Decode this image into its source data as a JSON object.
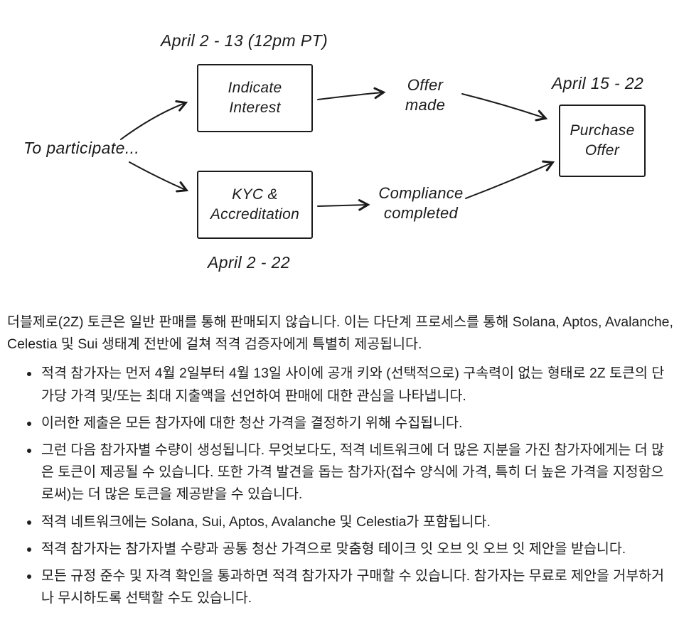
{
  "diagram": {
    "label_indicate_window": "April 2 - 13 (12pm PT)",
    "to_participate": "To participate...",
    "box_indicate_line1": "Indicate",
    "box_indicate_line2": "Interest",
    "offer_made_line1": "Offer",
    "offer_made_line2": "made",
    "label_purchase_window": "April 15 - 22",
    "box_purchase_line1": "Purchase",
    "box_purchase_line2": "Offer",
    "box_kyc_line1": "KYC &",
    "box_kyc_line2": "Accreditation",
    "compliance_line1": "Compliance",
    "compliance_line2": "completed",
    "label_kyc_window": "April 2 - 22"
  },
  "content": {
    "intro": "더블제로(2Z) 토큰은 일반 판매를 통해 판매되지 않습니다. 이는 다단계 프로세스를 통해 Solana, Aptos, Avalanche, Celestia 및 Sui 생태계 전반에 걸쳐 적격 검증자에게 특별히 제공됩니다.",
    "bullets": [
      "적격 참가자는 먼저 4월 2일부터 4월 13일 사이에 공개 키와 (선택적으로) 구속력이 없는 형태로 2Z 토큰의 단가당 가격 및/또는 최대 지출액을 선언하여 판매에 대한 관심을 나타냅니다.",
      "이러한 제출은 모든 참가자에 대한 청산 가격을 결정하기 위해 수집됩니다.",
      "그런 다음 참가자별 수량이 생성됩니다. 무엇보다도, 적격 네트워크에 더 많은 지분을 가진 참가자에게는 더 많은 토큰이 제공될 수 있습니다. 또한 가격 발견을 돕는 참가자(접수 양식에 가격, 특히 더 높은 가격을 지정함으로써)는 더 많은 토큰을 제공받을 수 있습니다.",
      "적격 네트워크에는 Solana, Sui, Aptos, Avalanche 및 Celestia가 포함됩니다.",
      "적격 참가자는 참가자별 수량과 공통 청산 가격으로 맞춤형 테이크 잇 오브 잇 오브 잇 제안을 받습니다.",
      "모든 규정 준수 및 자격 확인을 통과하면 적격 참가자가 구매할 수 있습니다. 참가자는 무료로 제안을 거부하거나 무시하도록 선택할 수도 있습니다."
    ]
  },
  "colors": {
    "ink": "#1b1b1b",
    "text": "#1f1f1f",
    "background": "#ffffff"
  }
}
